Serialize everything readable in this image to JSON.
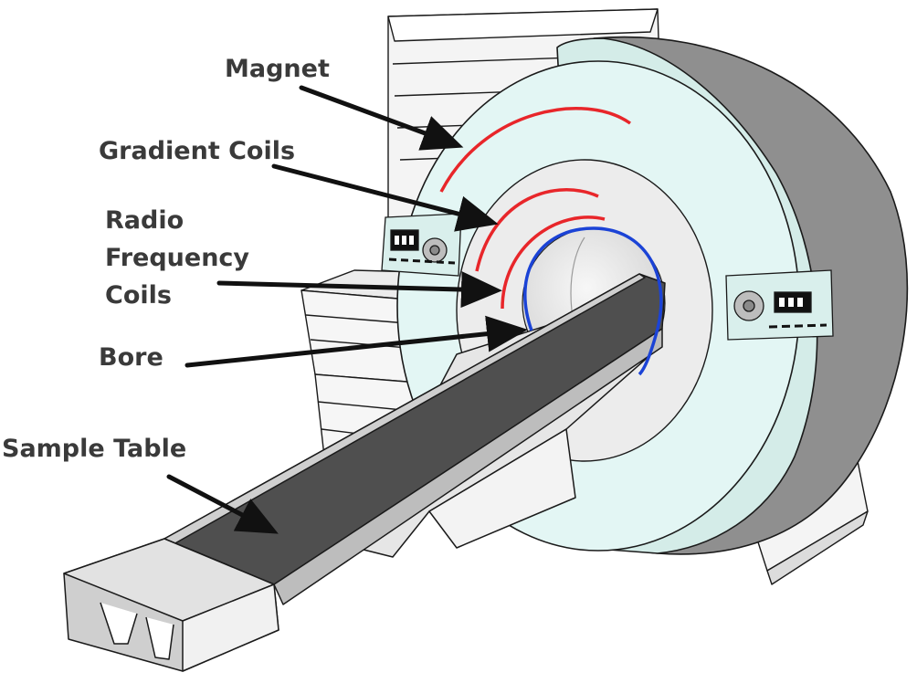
{
  "labels": {
    "magnet": "Magnet",
    "gradient_coils": "Gradient Coils",
    "rf_line1": "Radio",
    "rf_line2": "Frequency",
    "rf_line3": "Coils",
    "bore": "Bore",
    "sample_table": "Sample Table"
  },
  "colors": {
    "magnet_coil": "#e8262a",
    "gradient_coil": "#e8262a",
    "rf_coil": "#e8262a",
    "bore_ring": "#1b43d6",
    "outline": "#1a1a1a",
    "shell_face": "#e3f6f4",
    "housing_gray": "#8f8f8f",
    "table_top": "#4f4f4f",
    "label_text": "#3a3a3a"
  }
}
